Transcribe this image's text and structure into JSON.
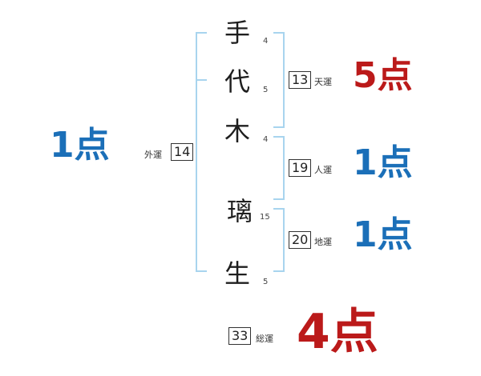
{
  "name_characters": [
    {
      "char": "手",
      "strokes": "4"
    },
    {
      "char": "代",
      "strokes": "5"
    },
    {
      "char": "木",
      "strokes": "4"
    },
    {
      "char": "璃",
      "strokes": "15"
    },
    {
      "char": "生",
      "strokes": "5"
    }
  ],
  "gaiun": {
    "label": "外運",
    "value": "14",
    "score": "1点"
  },
  "tenun": {
    "label": "天運",
    "value": "13",
    "score": "5点"
  },
  "jinun": {
    "label": "人運",
    "value": "19",
    "score": "1点"
  },
  "chiun": {
    "label": "地運",
    "value": "20",
    "score": "1点"
  },
  "souun": {
    "label": "総運",
    "value": "33",
    "score": "4点"
  },
  "colors": {
    "bracket": "#a8d4ee",
    "score_blue": "#1b6fb8",
    "score_red": "#bb1a1a"
  }
}
